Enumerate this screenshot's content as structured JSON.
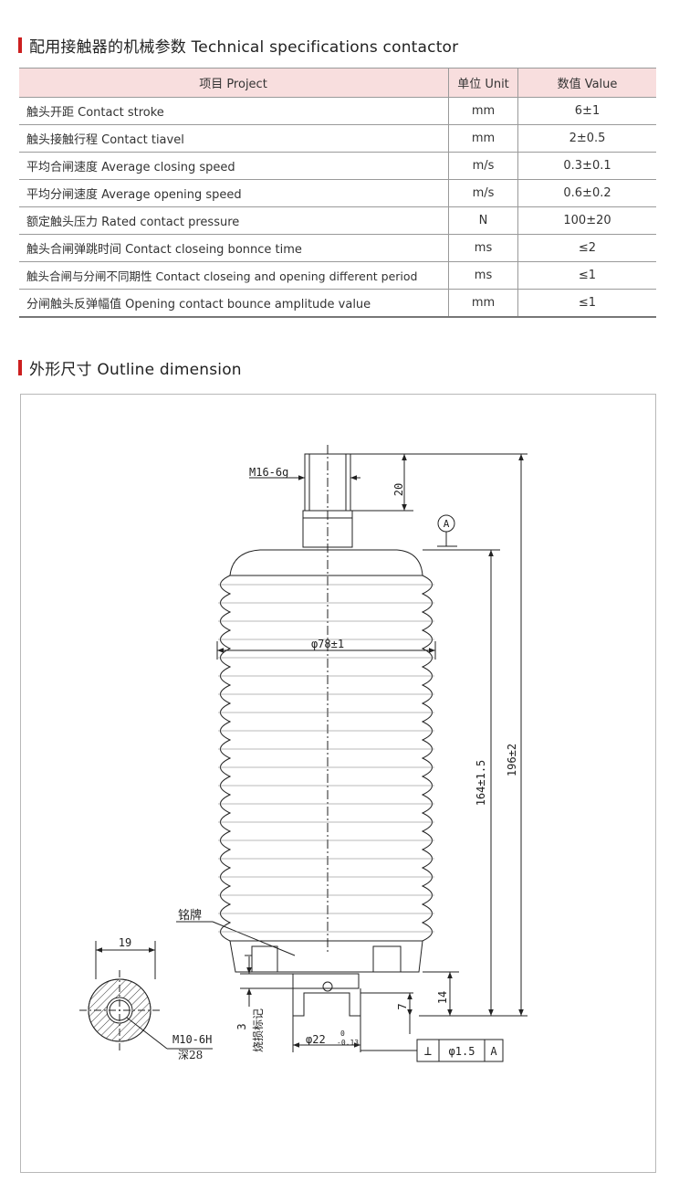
{
  "spec": {
    "title": "配用接触器的机械参数 Technical specifications contactor",
    "headers": [
      "项目 Project",
      "单位 Unit",
      "数值 Value"
    ],
    "rows": [
      {
        "item": "触头开距 Contact stroke",
        "unit": "mm",
        "value": "6±1"
      },
      {
        "item": "触头接触行程 Contact tiavel",
        "unit": "mm",
        "value": "2±0.5"
      },
      {
        "item": "平均合闸速度 Average closing speed",
        "unit": "m/s",
        "value": "0.3±0.1"
      },
      {
        "item": "平均分闸速度 Average opening speed",
        "unit": "m/s",
        "value": "0.6±0.2"
      },
      {
        "item": "额定触头压力 Rated contact pressure",
        "unit": "N",
        "value": "100±20"
      },
      {
        "item": "触头合闸弹跳时间 Contact closeing bonnce time",
        "unit": "ms",
        "value": "≤2"
      },
      {
        "item": "触头合闸与分闸不同期性 Contact closeing and opening different period",
        "unit": "ms",
        "value": "≤1"
      },
      {
        "item": "分闸触头反弹幅值 Opening contact bounce amplitude value",
        "unit": "mm",
        "value": "≤1"
      }
    ]
  },
  "outline": {
    "title": "外形尺寸 Outline dimension",
    "labels": {
      "thread": "M16-6g",
      "thread_len": "20",
      "datum": "A",
      "diameter": "φ78±1",
      "height_inner": "164±1.5",
      "height_total": "196±2",
      "nameplate": "铭牌",
      "sec_width": "19",
      "hole_thread": "M10-6H",
      "hole_depth": "深28",
      "dim_14": "14",
      "dim_7": "7",
      "dim_3": "3",
      "burn_mark": "烧损标记",
      "shaft_dia": "φ22",
      "shaft_tol_upper": "0",
      "shaft_tol_lower": "-0.13",
      "perp_symbol": "⊥",
      "perp_tol": "φ1.5",
      "perp_datum": "A"
    }
  }
}
